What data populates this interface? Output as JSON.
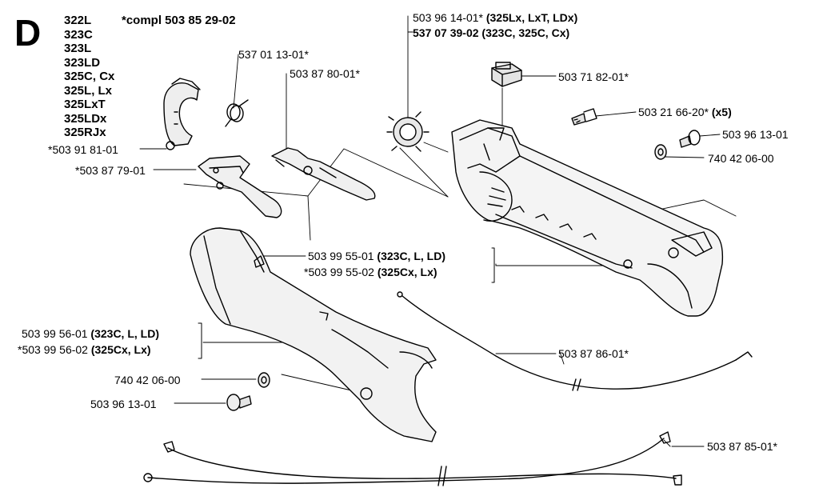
{
  "section": "D",
  "models": [
    "322L",
    "323C",
    "323L",
    "323LD",
    "325C, Cx",
    "325L, Lx",
    "325LxT",
    "325LDx",
    "325RJx"
  ],
  "complete": "*compl 503 85 29-02",
  "parts": {
    "p1": {
      "num": "503 96 14-01*",
      "note": "(325Lx, LxT, LDx)"
    },
    "p2": {
      "num": "537 07 39-02",
      "note": "(323C, 325C, Cx)"
    },
    "p3": {
      "num": "537 01 13-01*"
    },
    "p4": {
      "num": "503 87 80-01*"
    },
    "p5": {
      "num": "503 71 82-01*"
    },
    "p6": {
      "num": "503 21 66-20*",
      "note": "(x5)"
    },
    "p7": {
      "num": "503 96 13-01"
    },
    "p8": {
      "num": "740 42 06-00"
    },
    "p9": {
      "num": "*503 91 81-01"
    },
    "p10": {
      "num": "*503 87 79-01"
    },
    "p11": {
      "num": "503 99 55-01",
      "note": "(323C, L, LD)"
    },
    "p12": {
      "num": "*503 99 55-02",
      "note": "(325Cx, Lx)"
    },
    "p13": {
      "num": "503 99 56-01",
      "note": "(323C, L, LD)"
    },
    "p14": {
      "num": "*503 99 56-02",
      "note": "(325Cx, Lx)"
    },
    "p15": {
      "num": "740 42 06-00"
    },
    "p16": {
      "num": "503 96 13-01"
    },
    "p17": {
      "num": "503 87 86-01*"
    },
    "p18": {
      "num": "503 87 85-01*"
    }
  }
}
